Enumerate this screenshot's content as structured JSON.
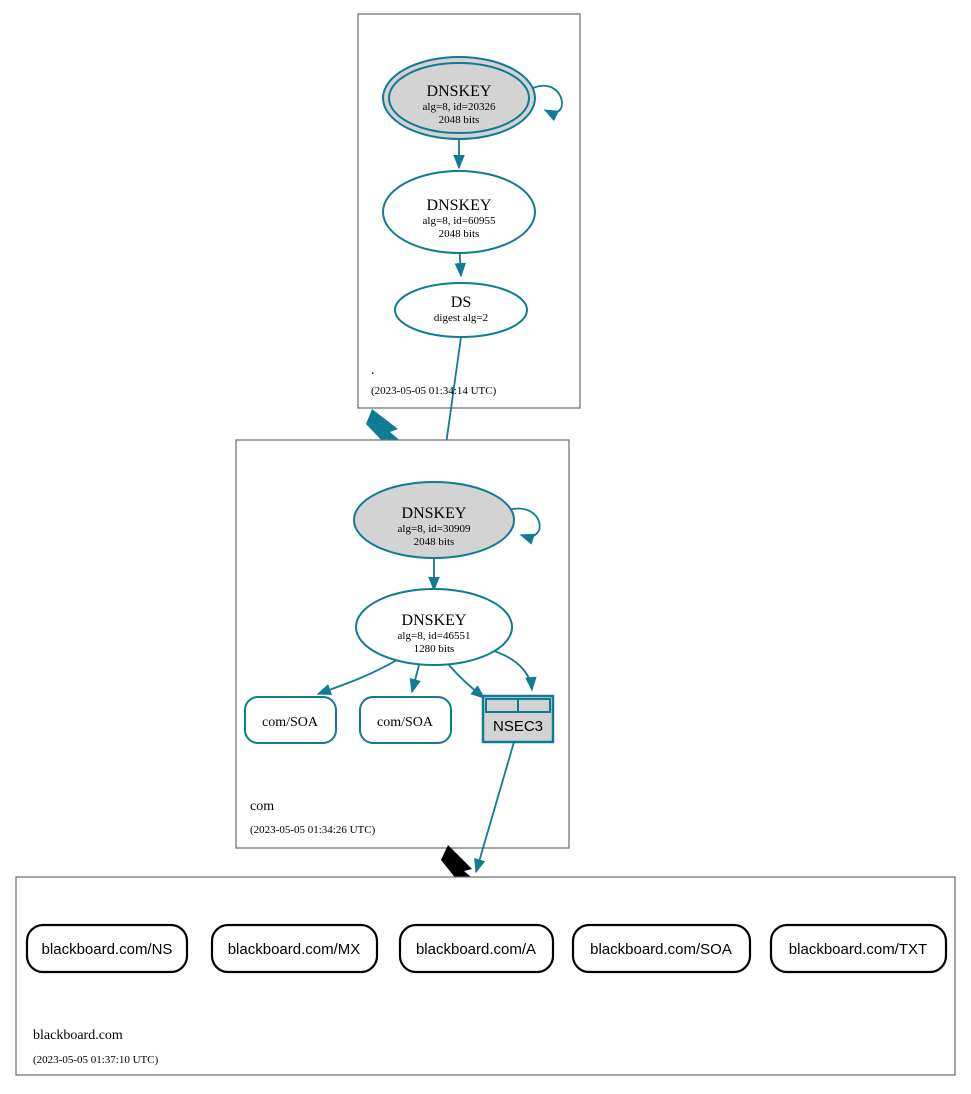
{
  "diagram": {
    "type": "dnssec-authentication-chain",
    "title_colors": {
      "teal": "#0f7b94",
      "secure_fill": "#d3d3d3",
      "zone_border": "#6b6b6b",
      "insecure": "#000000"
    }
  },
  "zones": [
    {
      "id": "root",
      "label": ".",
      "timestamp": "(2023-05-05 01:34:14 UTC)",
      "nodes": [
        {
          "id": "root-ksk",
          "kind": "dnskey",
          "line1": "DNSKEY",
          "line2": "alg=8, id=20326",
          "line3": "2048 bits",
          "style": "double-ellipse-filled",
          "self_signed": true
        },
        {
          "id": "root-zsk",
          "kind": "dnskey",
          "line1": "DNSKEY",
          "line2": "alg=8, id=60955",
          "line3": "2048 bits",
          "style": "ellipse-plain",
          "self_signed": false
        },
        {
          "id": "root-ds",
          "kind": "ds",
          "line1": "DS",
          "line2": "digest alg=2",
          "line3": "",
          "style": "ellipse-plain",
          "self_signed": false
        }
      ]
    },
    {
      "id": "com",
      "label": "com",
      "timestamp": "(2023-05-05 01:34:26 UTC)",
      "nodes": [
        {
          "id": "com-ksk",
          "kind": "dnskey",
          "line1": "DNSKEY",
          "line2": "alg=8, id=30909",
          "line3": "2048 bits",
          "style": "ellipse-filled",
          "self_signed": true
        },
        {
          "id": "com-zsk",
          "kind": "dnskey",
          "line1": "DNSKEY",
          "line2": "alg=8, id=46551",
          "line3": "1280 bits",
          "style": "ellipse-plain",
          "self_signed": false
        },
        {
          "id": "com-soa-1",
          "kind": "rrset",
          "label": "com/SOA",
          "style": "rounded-teal"
        },
        {
          "id": "com-soa-2",
          "kind": "rrset",
          "label": "com/SOA",
          "style": "rounded-teal"
        },
        {
          "id": "com-nsec3",
          "kind": "nsec3",
          "label": "NSEC3",
          "style": "table-filled"
        }
      ]
    },
    {
      "id": "blackboard",
      "label": "blackboard.com",
      "timestamp": "(2023-05-05 01:37:10 UTC)",
      "nodes": [
        {
          "id": "bb-ns",
          "kind": "rrset",
          "label": "blackboard.com/NS",
          "style": "rounded-black"
        },
        {
          "id": "bb-mx",
          "kind": "rrset",
          "label": "blackboard.com/MX",
          "style": "rounded-black"
        },
        {
          "id": "bb-a",
          "kind": "rrset",
          "label": "blackboard.com/A",
          "style": "rounded-black"
        },
        {
          "id": "bb-soa",
          "kind": "rrset",
          "label": "blackboard.com/SOA",
          "style": "rounded-black"
        },
        {
          "id": "bb-txt",
          "kind": "rrset",
          "label": "blackboard.com/TXT",
          "style": "rounded-black"
        }
      ]
    }
  ],
  "edges": [
    {
      "from": "root-ksk",
      "to": "root-ksk",
      "style": "teal-selfloop"
    },
    {
      "from": "root-ksk",
      "to": "root-zsk",
      "style": "teal"
    },
    {
      "from": "root-zsk",
      "to": "root-ds",
      "style": "teal"
    },
    {
      "from": "root-ds",
      "to": "com-ksk",
      "style": "teal"
    },
    {
      "from": "root",
      "to": "com",
      "style": "teal-delegation"
    },
    {
      "from": "com-ksk",
      "to": "com-ksk",
      "style": "teal-selfloop"
    },
    {
      "from": "com-ksk",
      "to": "com-zsk",
      "style": "teal"
    },
    {
      "from": "com-zsk",
      "to": "com-soa-1",
      "style": "teal"
    },
    {
      "from": "com-zsk",
      "to": "com-soa-2",
      "style": "teal"
    },
    {
      "from": "com-zsk",
      "to": "com-nsec3",
      "style": "teal"
    },
    {
      "from": "com-nsec3",
      "to": "blackboard",
      "style": "teal"
    },
    {
      "from": "com",
      "to": "blackboard",
      "style": "black-delegation"
    }
  ]
}
